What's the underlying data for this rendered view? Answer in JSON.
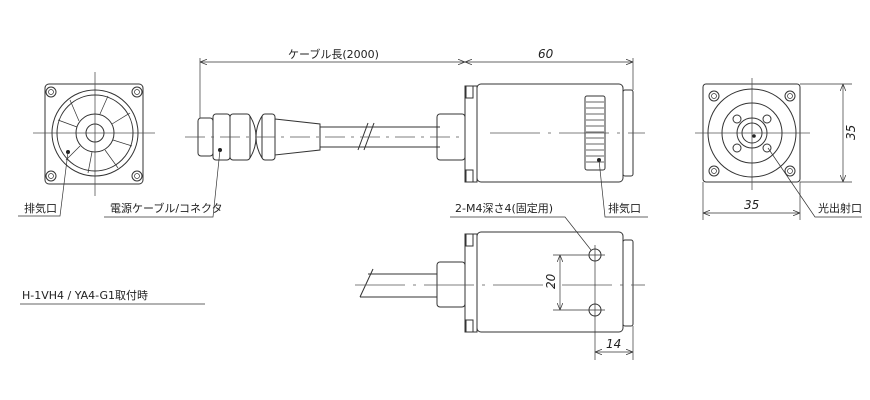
{
  "labels": {
    "cable_length": "ケーブル長(2000)",
    "length_60": "60",
    "exhaust_left": "排気口",
    "power_cable": "電源ケーブル/コネクタ",
    "exhaust_right": "排気口",
    "width_35_v": "35",
    "width_35_h": "35",
    "light_output": "光出射口",
    "mount_holes": "2-M4深さ4(固定用)",
    "pitch_20": "20",
    "offset_14": "14",
    "mount_note": "H-1VH4 / YA4-G1取付時"
  },
  "colors": {
    "line": "#333333",
    "background": "#ffffff"
  }
}
